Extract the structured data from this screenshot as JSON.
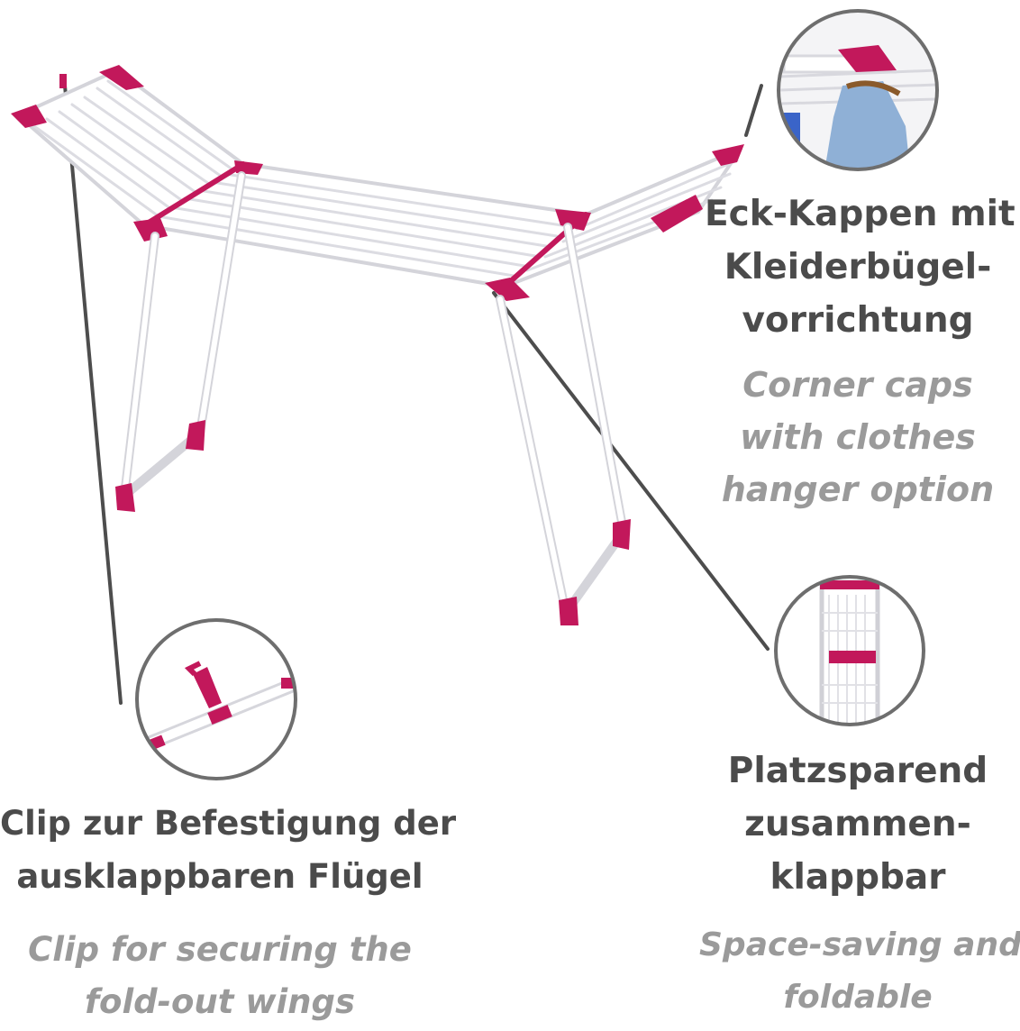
{
  "callouts": {
    "corner_caps": {
      "de": [
        "Eck-Kappen mit",
        "Kleiderbügel-",
        "vorrichtung"
      ],
      "en": [
        "Corner caps",
        "with clothes",
        "hanger option"
      ]
    },
    "foldable": {
      "de": [
        "Platzsparend",
        "zusammen-",
        "klappbar"
      ],
      "en": [
        "Space-saving and",
        "foldable"
      ]
    },
    "clip": {
      "de": [
        "Clip zur Befestigung der",
        "ausklappbaren Flügel"
      ],
      "en": [
        "Clip for securing the",
        "fold-out wings"
      ]
    }
  },
  "colors": {
    "frame": "#ffffff",
    "frame_edge": "#cfcfd4",
    "accent": "#c2185b",
    "leader": "#4d4d4d",
    "circle": "#6e6e6e"
  },
  "icons": [
    "drying-rack-image",
    "corner-cap-detail-image",
    "folded-rack-detail-image",
    "wing-clip-detail-image"
  ]
}
